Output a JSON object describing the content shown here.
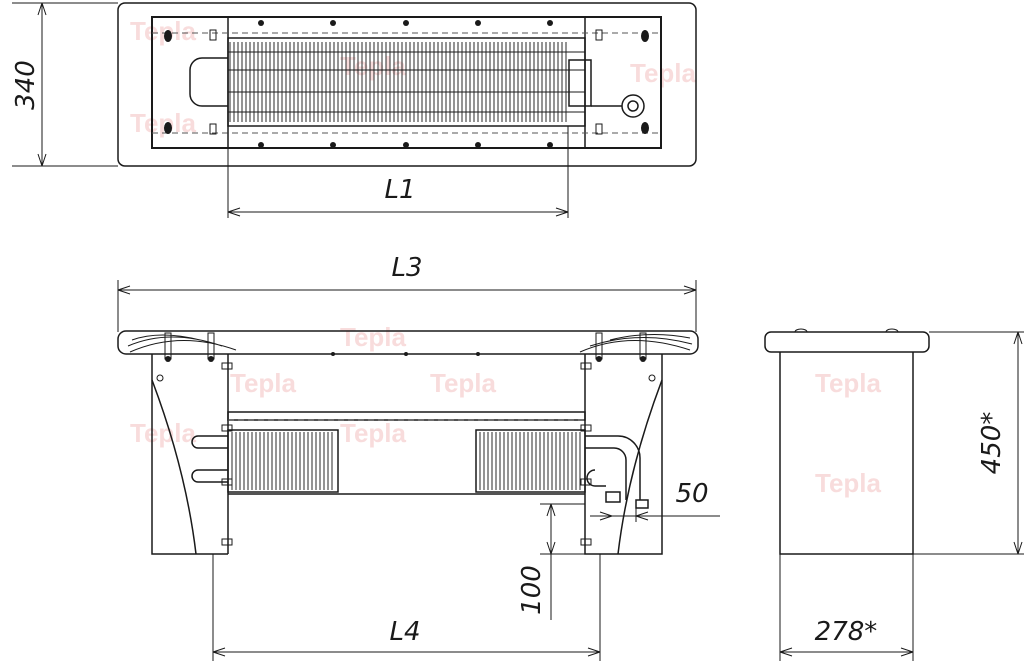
{
  "dimensions": {
    "depth_top": "340",
    "length_l1": "L1",
    "length_l3": "L3",
    "length_l4": "L4",
    "offset_50": "50",
    "clearance_100": "100",
    "height_450": "450*",
    "width_278": "278*"
  },
  "watermark": {
    "brand": "Tepla"
  },
  "colors": {
    "line": "#1a1a1a",
    "watermark": "#f4c6c6"
  }
}
